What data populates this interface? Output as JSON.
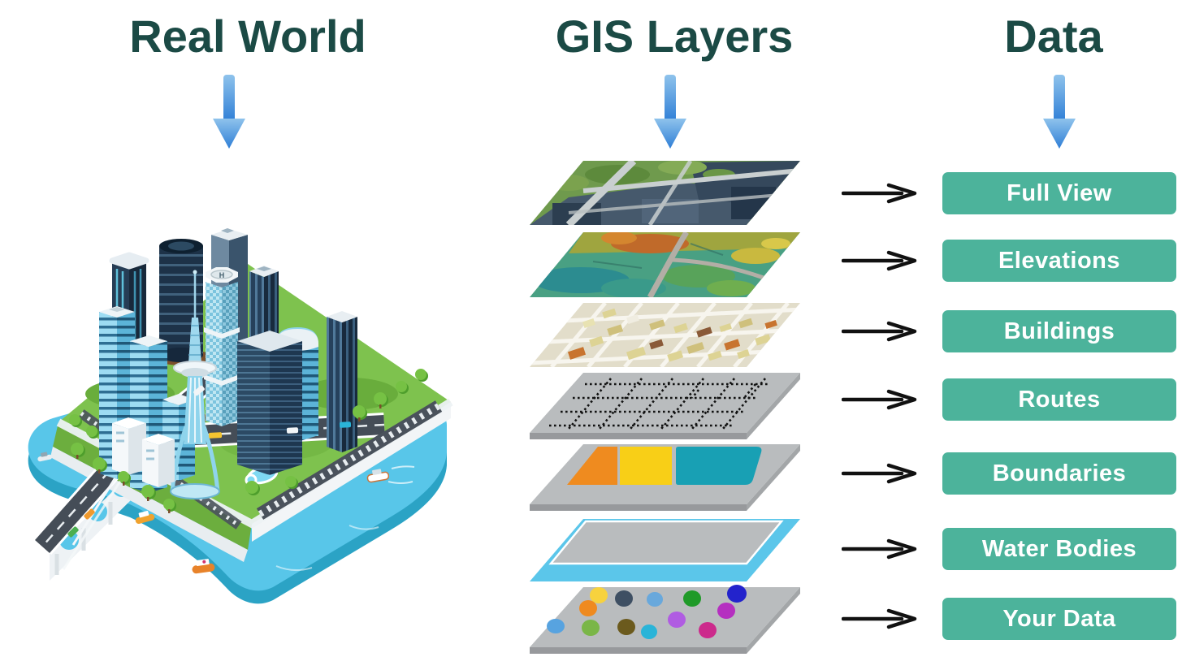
{
  "diagram": {
    "columns": [
      {
        "id": "real-world",
        "title": "Real World"
      },
      {
        "id": "gis-layers",
        "title": "GIS Layers"
      },
      {
        "id": "data",
        "title": "Data"
      }
    ],
    "rows": [
      {
        "layer_icon": "satellite-imagery-layer",
        "label": "Full View"
      },
      {
        "layer_icon": "elevation-terrain-layer",
        "label": "Elevations"
      },
      {
        "layer_icon": "buildings-map-layer",
        "label": "Buildings"
      },
      {
        "layer_icon": "routes-grid-layer",
        "label": "Routes"
      },
      {
        "layer_icon": "boundaries-zones-layer",
        "label": "Boundaries"
      },
      {
        "layer_icon": "water-bodies-layer",
        "label": "Water Bodies"
      },
      {
        "layer_icon": "your-data-points-layer",
        "label": "Your Data"
      }
    ],
    "illustration": {
      "name": "isometric-city-illustration",
      "helipad_letter": "H"
    },
    "colors": {
      "heading_text": "#1b4a45",
      "label_background": "#4cb39b",
      "label_text": "#ffffff",
      "connector_arrow": "#111111",
      "flow_arrow_gradient_top": "#8fc3ec",
      "flow_arrow_gradient_bottom": "#2e7ed6",
      "water": "#58c6e9",
      "layer_slab_gray": "#b9bcbe",
      "boundary_orange": "#ef8b1f",
      "boundary_yellow": "#f8cf17",
      "boundary_teal": "#18a0b4"
    }
  }
}
